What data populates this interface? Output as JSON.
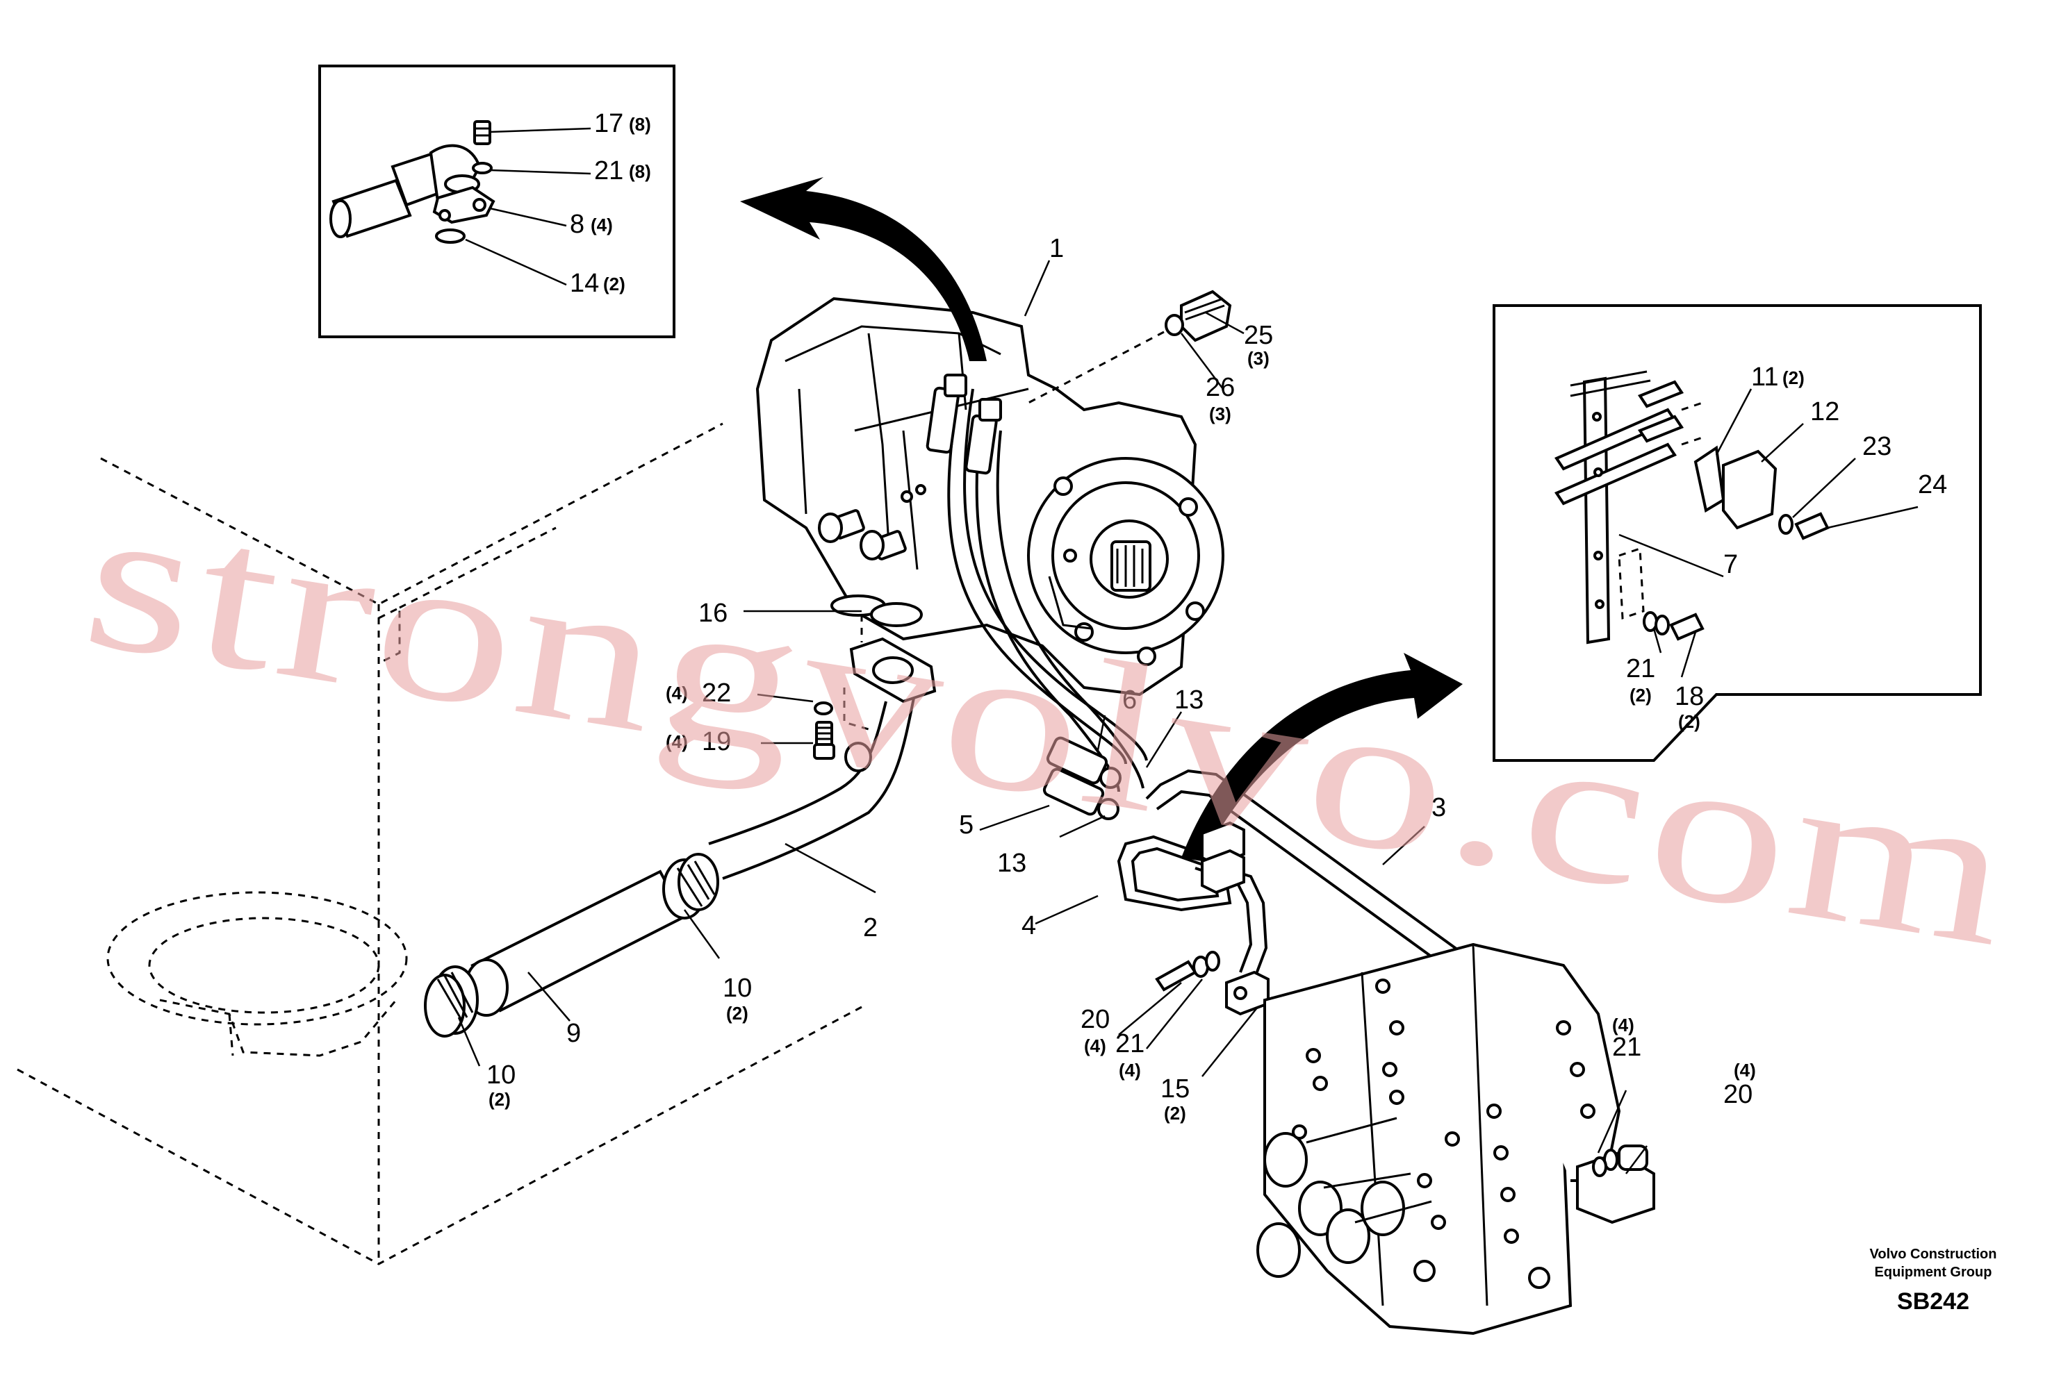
{
  "callouts": {
    "c1": "1",
    "c2": "2",
    "c3": "3",
    "c4": "4",
    "c5": "5",
    "c6": "6",
    "c7": "7",
    "c8": "8",
    "c8q": "(4)",
    "c9": "9",
    "c10a": "10",
    "c10aq": "(2)",
    "c10b": "10",
    "c10bq": "(2)",
    "c11": "11",
    "c11q": "(2)",
    "c12": "12",
    "c13a": "13",
    "c13b": "13",
    "c14": "14",
    "c14q": "(2)",
    "c15": "15",
    "c15q": "(2)",
    "c16": "16",
    "c17": "17",
    "c17q": "(8)",
    "c18": "18",
    "c18q": "(2)",
    "c19": "19",
    "c19q": "(4)",
    "c20a": "20",
    "c20aq": "(4)",
    "c20b": "20",
    "c20bq": "(4)",
    "c21a": "21",
    "c21aq": "(8)",
    "c21b": "21",
    "c21bq": "(2)",
    "c21c": "21",
    "c21cq": "(4)",
    "c21d": "21",
    "c21dq": "(4)",
    "c22": "22",
    "c22q": "(4)",
    "c23": "23",
    "c24": "24",
    "c25": "25",
    "c25q": "(3)",
    "c26": "26",
    "c26q": "(3)"
  },
  "footer": {
    "company_line1": "Volvo Construction",
    "company_line2": "Equipment Group",
    "drawing_code": "SB242"
  },
  "watermark": "strongvolvo.com",
  "colors": {
    "line": "#000000",
    "background": "#ffffff",
    "watermark": "#e8a0a0"
  }
}
